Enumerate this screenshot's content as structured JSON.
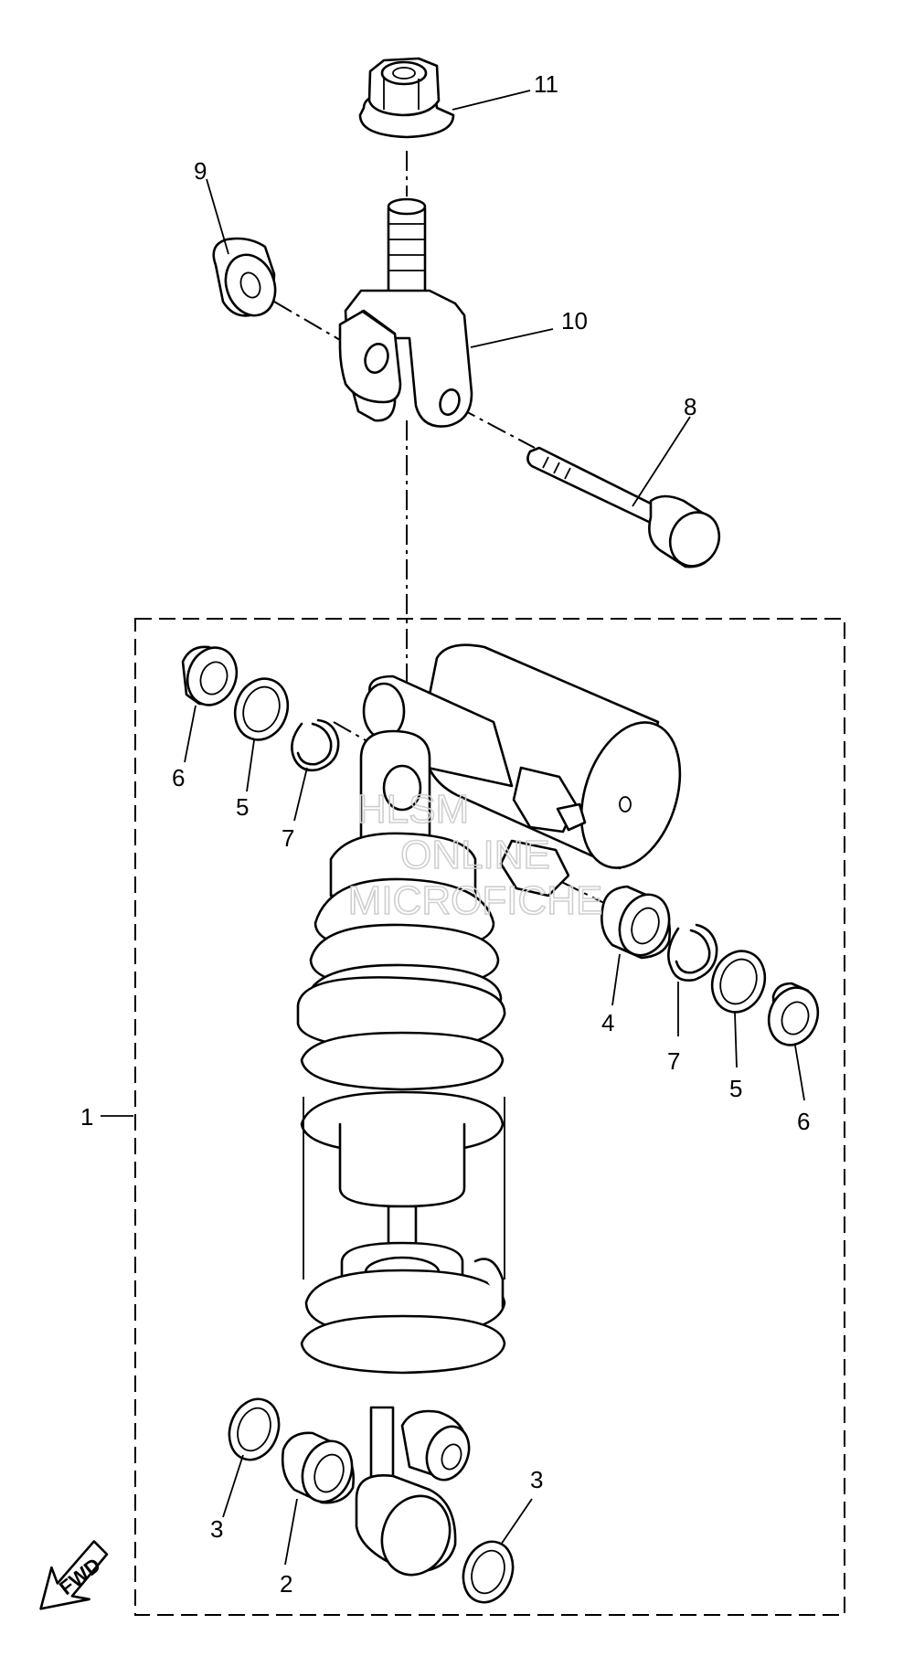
{
  "callouts": {
    "c1": "1",
    "c2": "2",
    "c3a": "3",
    "c3b": "3",
    "c4": "4",
    "c5a": "5",
    "c5b": "5",
    "c6a": "6",
    "c6b": "6",
    "c7a": "7",
    "c7b": "7",
    "c8": "8",
    "c9": "9",
    "c10": "10",
    "c11": "11"
  },
  "watermark": {
    "line1": "HLSM",
    "line2": "ONLINE",
    "line3": "MICROFICHE"
  },
  "direction_arrow": {
    "label": "FWD"
  },
  "colors": {
    "line": "#000000",
    "background": "#ffffff",
    "watermark": "#cfcfcf"
  }
}
